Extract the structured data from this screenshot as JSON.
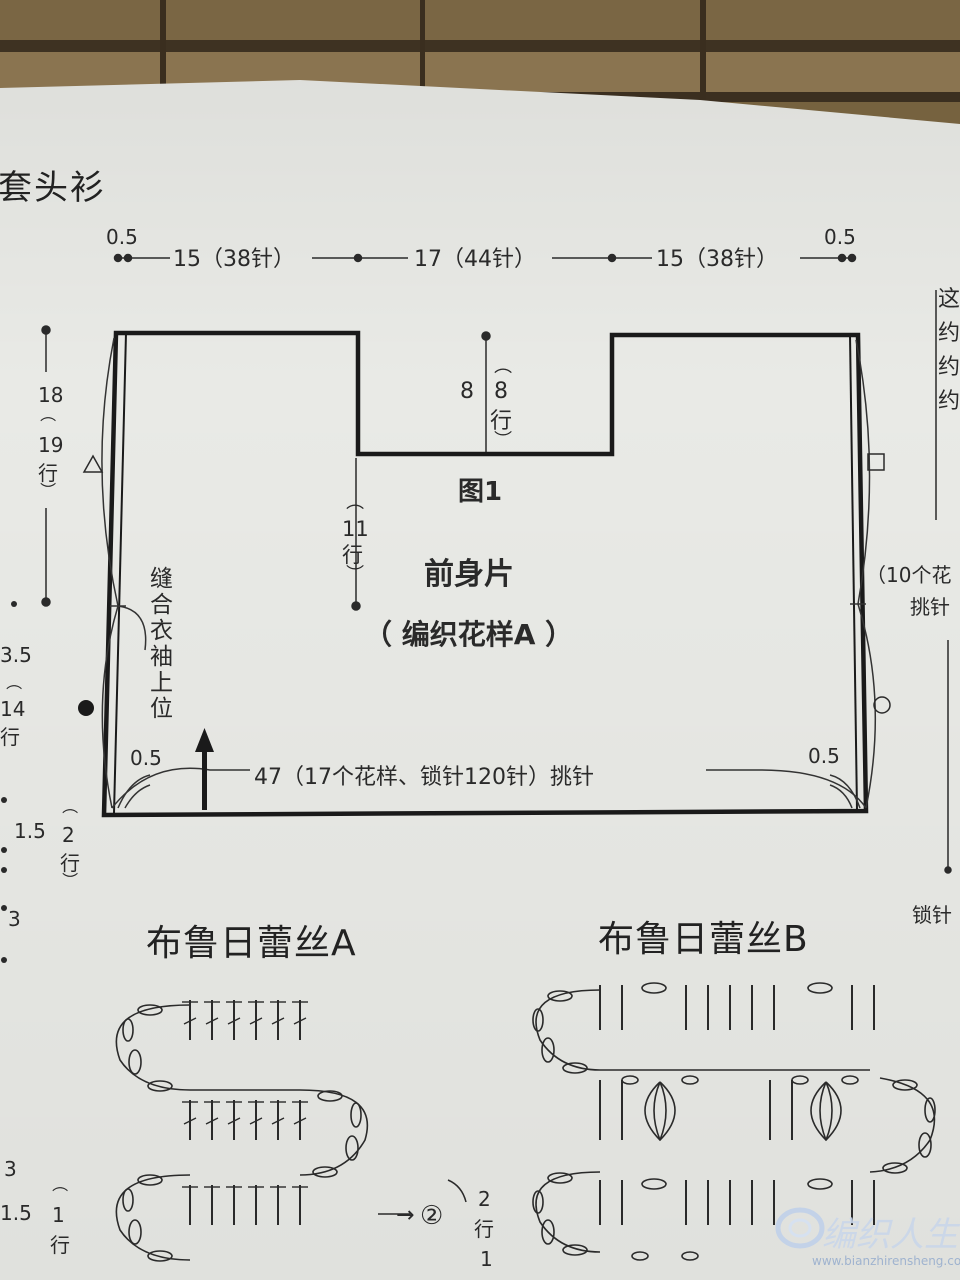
{
  "page_title": "套头衫",
  "figure": {
    "caption": "图1",
    "piece_name": "前身片",
    "piece_pattern": "（ 编织花样A ）",
    "top": {
      "edge_left": "0.5",
      "left_shoulder": "15（38针）",
      "neck": "17（44针）",
      "right_shoulder": "15（38针）",
      "edge_right": "0.5"
    },
    "neck_depth_value": "8",
    "neck_depth_rows_paren_open": "（",
    "neck_depth_rows": "8",
    "neck_depth_rows_unit": "行",
    "neck_depth_rows_paren_close": "）",
    "inner_rows_paren_open": "（",
    "inner_rows": "11",
    "inner_rows_unit": "行",
    "inner_rows_paren_close": "）",
    "left_side_value": "18",
    "left_side_rows_paren_open": "（",
    "left_side_rows": "19",
    "left_side_rows_unit": "行",
    "left_side_rows_paren_close": "）",
    "left_note": [
      "缝",
      "合",
      "衣",
      "袖",
      "上",
      "位"
    ],
    "bottom_corner_left": "0.5",
    "bottom_corner_right": "0.5",
    "bottom": "47（17个花样、锁针120针）挑针",
    "right_note_line1": "（10个花",
    "right_note_line2": "挑针",
    "left_margin": [
      "3.5",
      "（",
      "14",
      "行",
      "1.5",
      "（",
      "2",
      "行",
      "）",
      "3"
    ],
    "right_margin_top": [
      "这",
      "约",
      "约",
      "约"
    ],
    "right_margin_bottom": "锁针",
    "markers": {
      "triangle": "triangle-marker",
      "square": "square-marker",
      "circle": "circle-marker",
      "dot": "dot-marker"
    }
  },
  "charts": [
    {
      "title": "布鲁日蕾丝A"
    },
    {
      "title": "布鲁日蕾丝B"
    }
  ],
  "chart_a_side": {
    "arrow": "→",
    "step": "②",
    "rows_paren": "（",
    "rows": "2",
    "rows_unit": "行",
    "sub": "1"
  },
  "margin_bottom_left": [
    "3",
    "1.5",
    "（",
    "1",
    "行"
  ],
  "watermark": {
    "text": "编织人生",
    "url": "www.bianzhirensheng.com"
  },
  "colors": {
    "paper": "#e9eae6",
    "ink": "#2a2a2a",
    "wood": "#6b5a3c"
  }
}
